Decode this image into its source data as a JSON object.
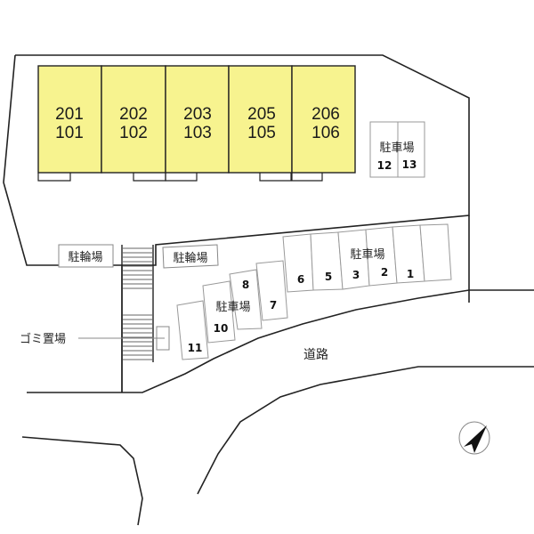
{
  "units": [
    {
      "upper": "201",
      "lower": "101"
    },
    {
      "upper": "202",
      "lower": "102"
    },
    {
      "upper": "203",
      "lower": "103"
    },
    {
      "upper": "205",
      "lower": "105"
    },
    {
      "upper": "206",
      "lower": "106"
    }
  ],
  "labels": {
    "parking_upper": "駐車場",
    "parking_main": "駐車場",
    "parking_lower": "駐車場",
    "bicycle_left": "駐輪場",
    "bicycle_right": "駐輪場",
    "garbage": "ゴミ置場",
    "road": "道路"
  },
  "parking_spaces": {
    "upper": [
      "12",
      "13"
    ],
    "main": [
      "1",
      "2",
      "3",
      "5",
      "6",
      "7",
      "8",
      "10",
      "11"
    ]
  },
  "spaces": {
    "s1": "1",
    "s2": "2",
    "s3": "3",
    "s5": "5",
    "s6": "6",
    "s7": "7",
    "s8": "8",
    "s10": "10",
    "s11": "11",
    "s12": "12",
    "s13": "13"
  },
  "colors": {
    "building_fill": "#f7f38f",
    "line": "#222222",
    "light_line": "#888888"
  },
  "compass": {
    "icon": "north-arrow-icon"
  }
}
